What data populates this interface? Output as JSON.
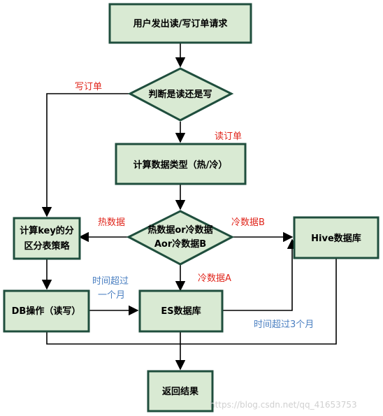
{
  "nodes": {
    "start": "用户发出读/写订单请求",
    "decide": "判断是读还是写",
    "compute_type": "计算数据类型（热/冷）",
    "type_decision_line1": "热数据or冷数据",
    "type_decision_line2": "Aor冷数据B",
    "shard_line1": "计算key的分",
    "shard_line2": "区分表策略",
    "db_op": "DB操作（读写）",
    "es": "ES数据库",
    "hive": "Hive数据库",
    "result": "返回结果"
  },
  "edges": {
    "write_order": "写订单",
    "read_order": "读订单",
    "hot_data": "热数据",
    "cold_data_b": "冷数据B",
    "cold_data_a": "冷数据A",
    "over_one_month_line1": "时间超过",
    "over_one_month_line2": "一个月",
    "over_three_months": "时间超过3个月"
  },
  "watermark": "https://blog.csdn.net/qq_41653753",
  "colors": {
    "node_fill": "#d9ead3",
    "node_border": "#1f4e3d",
    "edge_label_red": "#e0251b",
    "edge_label_blue": "#4a7fc1"
  }
}
